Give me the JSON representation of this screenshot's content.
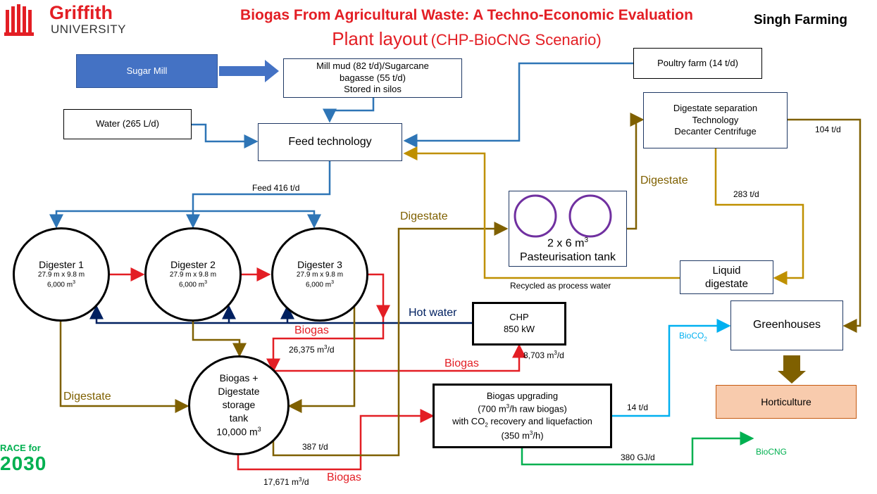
{
  "header": {
    "logo_line1": "Griffith",
    "logo_line2": "UNIVERSITY",
    "title": "Biogas From Agricultural Waste: A Techno-Economic Evaluation",
    "subtitle_main": "Plant layout",
    "subtitle_scenario": "(CHP-BioCNG Scenario)",
    "company": "Singh Farming"
  },
  "colors": {
    "red": "#e31e24",
    "blue_flow": "#2e75b6",
    "olive": "#7f6000",
    "gold": "#bf9000",
    "navy": "#002060",
    "cyan": "#00b0f0",
    "green": "#00b050",
    "sugar_mill_fill": "#4472c4",
    "horticulture_fill": "#f8cbad",
    "pasteurisation_circle": "#7030a0"
  },
  "nodes": {
    "sugar_mill": "Sugar Mill",
    "mill_mud": [
      "Mill mud (82 t/d)/Sugarcane",
      "bagasse (55 t/d)",
      "Stored in silos"
    ],
    "poultry": "Poultry farm (14 t/d)",
    "water": "Water (265 L/d)",
    "feed_tech": "Feed technology",
    "separation": [
      "Digestate separation",
      "Technology",
      "Decanter Centrifuge"
    ],
    "pasteurisation_size": "2 x 6 m",
    "pasteurisation_size_sup": "3",
    "pasteurisation_label": "Pasteurisation tank",
    "liquid_digestate": [
      "Liquid",
      "digestate"
    ],
    "greenhouses": "Greenhouses",
    "horticulture": "Horticulture",
    "chp": [
      "CHP",
      "850 kW"
    ],
    "upgrading_line1": "Biogas upgrading",
    "upgrading_line2_a": "(700 m",
    "upgrading_line2_b": "/h raw biogas)",
    "upgrading_line3_a": "with CO",
    "upgrading_line3_b": " recovery and liquefaction",
    "upgrading_line4_a": "(350 m",
    "upgrading_line4_b": "/h)",
    "sup3": "3",
    "sub2": "2",
    "storage": [
      "Biogas +",
      "Digestate",
      "storage",
      "tank"
    ],
    "storage_volume_a": "10,000 m",
    "digesters": [
      {
        "name": "Digester 1",
        "dims": "27.9 m x 9.8 m",
        "volume": "6,000 m"
      },
      {
        "name": "Digester 2",
        "dims": "27.9 m x 9.8 m",
        "volume": "6,000 m"
      },
      {
        "name": "Digester 3",
        "dims": "27.9 m x 9.8 m",
        "volume": "6,000 m"
      }
    ]
  },
  "labels": {
    "feed": "Feed 416 t/d",
    "digestate": "Digestate",
    "t104": "104 t/d",
    "t283": "283 t/d",
    "recycled": "Recycled as process water",
    "hot_water": "Hot water",
    "biogas": "Biogas",
    "flow_26375_a": "26,375 m",
    "flow_26375_b": "/d",
    "flow_8703_a": "8,703 m",
    "flow_8703_b": "/d",
    "flow_17671_a": "17,671  m",
    "flow_17671_b": "/d",
    "t387": "387 t/d",
    "t14": "14 t/d",
    "gj380": "380 GJ/d",
    "bioco2_a": "BioCO",
    "biocng": "BioCNG"
  },
  "footer": {
    "race_line1": "RACE for",
    "race_line2": "2030"
  }
}
